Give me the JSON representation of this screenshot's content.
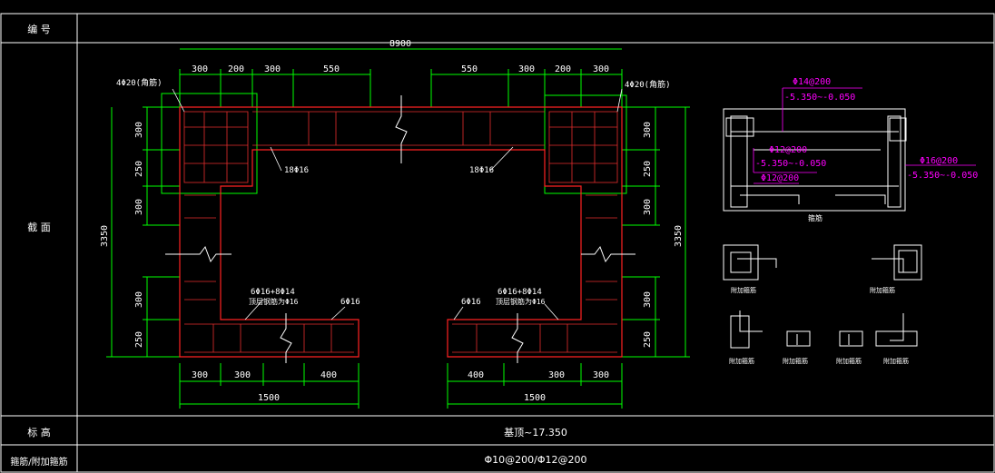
{
  "table": {
    "row_number_label": "编 号",
    "row_section_label": "截 面",
    "row_elevation_label": "标 高",
    "row_stirrup_label": "箍筋/附加箍筋",
    "elevation_value": "基顶~17.350",
    "stirrup_value": "Φ10@200/Φ12@200"
  },
  "drawing": {
    "overall_width": "8900",
    "overall_height_left": "3350",
    "overall_height_right": "3350",
    "top_dims_left": [
      "300",
      "200",
      "300",
      "550"
    ],
    "top_dims_right": [
      "550",
      "300",
      "200",
      "300"
    ],
    "left_dims": [
      "300",
      "250",
      "300"
    ],
    "right_dims": [
      "300",
      "250",
      "300"
    ],
    "left_bottom_side_dims": [
      "300",
      "250"
    ],
    "right_bottom_side_dims": [
      "300",
      "250"
    ],
    "bottom_dims_left": [
      "300",
      "300",
      "400"
    ],
    "bottom_dims_right": [
      "400",
      "300",
      "300"
    ],
    "bottom_total_left": "1500",
    "bottom_total_right": "1500",
    "corner_bar_left": "4Φ20(角筋)",
    "corner_bar_right": "4Φ20(角筋)",
    "top_bar_left": "18Φ16",
    "top_bar_right": "18Φ16",
    "leg_bar_left_a": "6Φ16+8Φ14",
    "leg_bar_left_b": "顶层钢筋为Φ16",
    "leg_bar_left_c": "6Φ16",
    "leg_bar_right_c": "6Φ16",
    "leg_bar_right_a": "6Φ16+8Φ14",
    "leg_bar_right_b": "顶层钢筋为Φ16"
  },
  "detail": {
    "top_label_1": "Φ14@200",
    "top_label_2": "-5.350~-0.050",
    "mid_label_1": "Φ12@200",
    "mid_label_2": "-5.350~-0.050",
    "mid_label_3": "Φ12@200",
    "right_label_1": "Φ16@200",
    "right_label_2": "-5.350~-0.050",
    "detail_caption": "箍筋",
    "fig_a": "附加箍筋",
    "fig_b": "附加箍筋",
    "fig_c": "附加箍筋",
    "fig_d": "附加箍筋",
    "fig_e": "附加箍筋",
    "fig_f": "附加箍筋"
  },
  "colors": {
    "grid": "#ffffff",
    "dim": "#00ff00",
    "outline": "#ff2222",
    "rebar": "#ff3333",
    "label": "#ffffff",
    "magenta": "#ff00ff",
    "detail": "#ffffff"
  }
}
